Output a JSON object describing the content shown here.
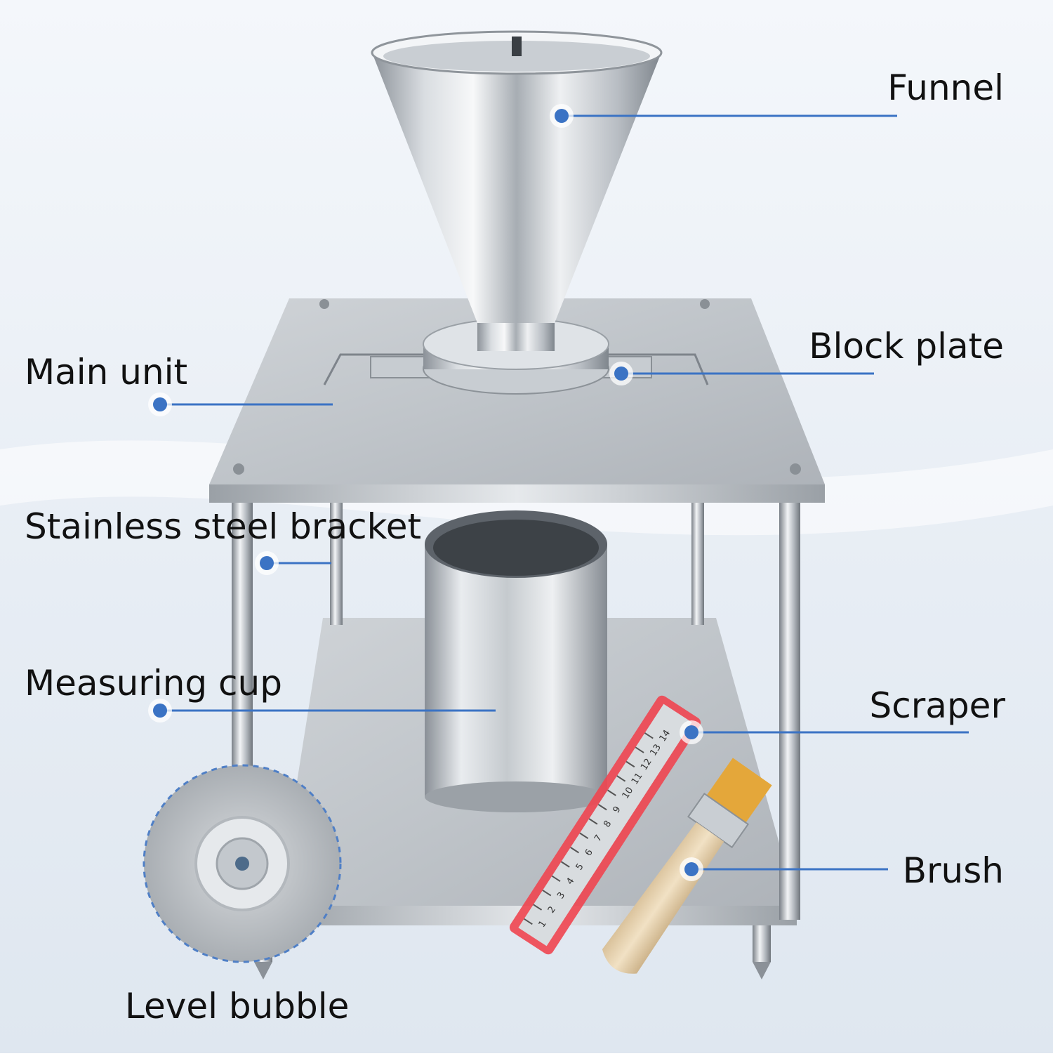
{
  "colors": {
    "background_top": "#f4f7fb",
    "background_bottom": "#dde6f0",
    "leader_line": "#3b73c4",
    "leader_dot": "#3b73c4",
    "steel_light": "#eef0f2",
    "steel_mid": "#b9bec4",
    "steel_dark": "#7d848c",
    "scraper_frame": "#e6343f",
    "brush_bristles": "#e3a63a",
    "brush_handle": "#e8d2ae",
    "level_ring": "#4f7fc6"
  },
  "labels": {
    "funnel": "Funnel",
    "block_plate": "Block plate",
    "main_unit": "Main unit",
    "stainless_steel_bracket": "Stainless steel bracket",
    "measuring_cup": "Measuring cup",
    "scraper": "Scraper",
    "brush": "Brush",
    "level_bubble": "Level bubble"
  },
  "ruler_ticks": [
    "1",
    "2",
    "3",
    "4",
    "5",
    "6",
    "7",
    "8",
    "9",
    "10",
    "11",
    "12",
    "13",
    "14"
  ]
}
